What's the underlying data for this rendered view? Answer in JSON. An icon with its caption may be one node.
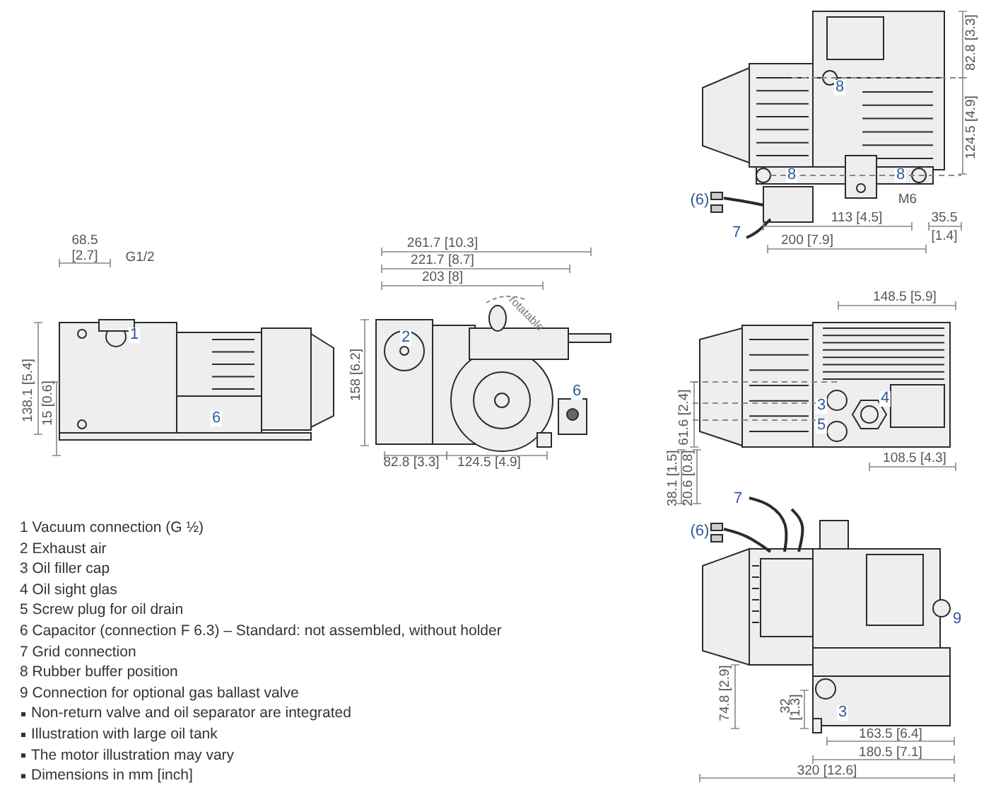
{
  "diagram": {
    "labels": [
      "82.8 [3.3]",
      "8",
      "124.5 [4.9]",
      "8",
      "8",
      "(6)",
      "M6",
      "113 [4.5]",
      "35.5",
      "68.5",
      "7",
      "261.7 [10.3]",
      "200 [7.9]",
      "[1.4]",
      "[2.7]",
      "G1/2",
      "221.7 [8.7]",
      "203 [8]",
      "148.5 [5.9]",
      "rotatable",
      "1",
      "2",
      "138.1 [5.4]",
      "15 [0.6]",
      "6",
      "158 [6.2]",
      "6",
      "61.6 [2.4]",
      "3",
      "4",
      "5",
      "82.8 [3.3]",
      "124.5 [4.9]",
      "108.5 [4.3]",
      "38.1 [1.5]",
      "20.6 [0.8]",
      "7",
      "1 Vacuum connection (G ½)",
      "(6)",
      "2 Exhaust air",
      "3 Oil filler cap",
      "4 Oil sight glas",
      "5 Screw plug for oil drain",
      "9",
      "6 Capacitor (connection F 6.3) – Standard: not assembled, without holder",
      "7 Grid connection",
      "8 Rubber buffer position",
      "9 Connection for optional gas ballast valve",
      "74.8 [2.9]",
      "32",
      "[1.3]",
      "Non-return valve and oil separator are integrated",
      "3",
      "Illustration with large oil tank",
      "163.5 [6.4]",
      "The motor illustration may vary",
      "180.5 [7.1]",
      "Dimensions in mm [inch]",
      "320 [12.6]"
    ]
  }
}
